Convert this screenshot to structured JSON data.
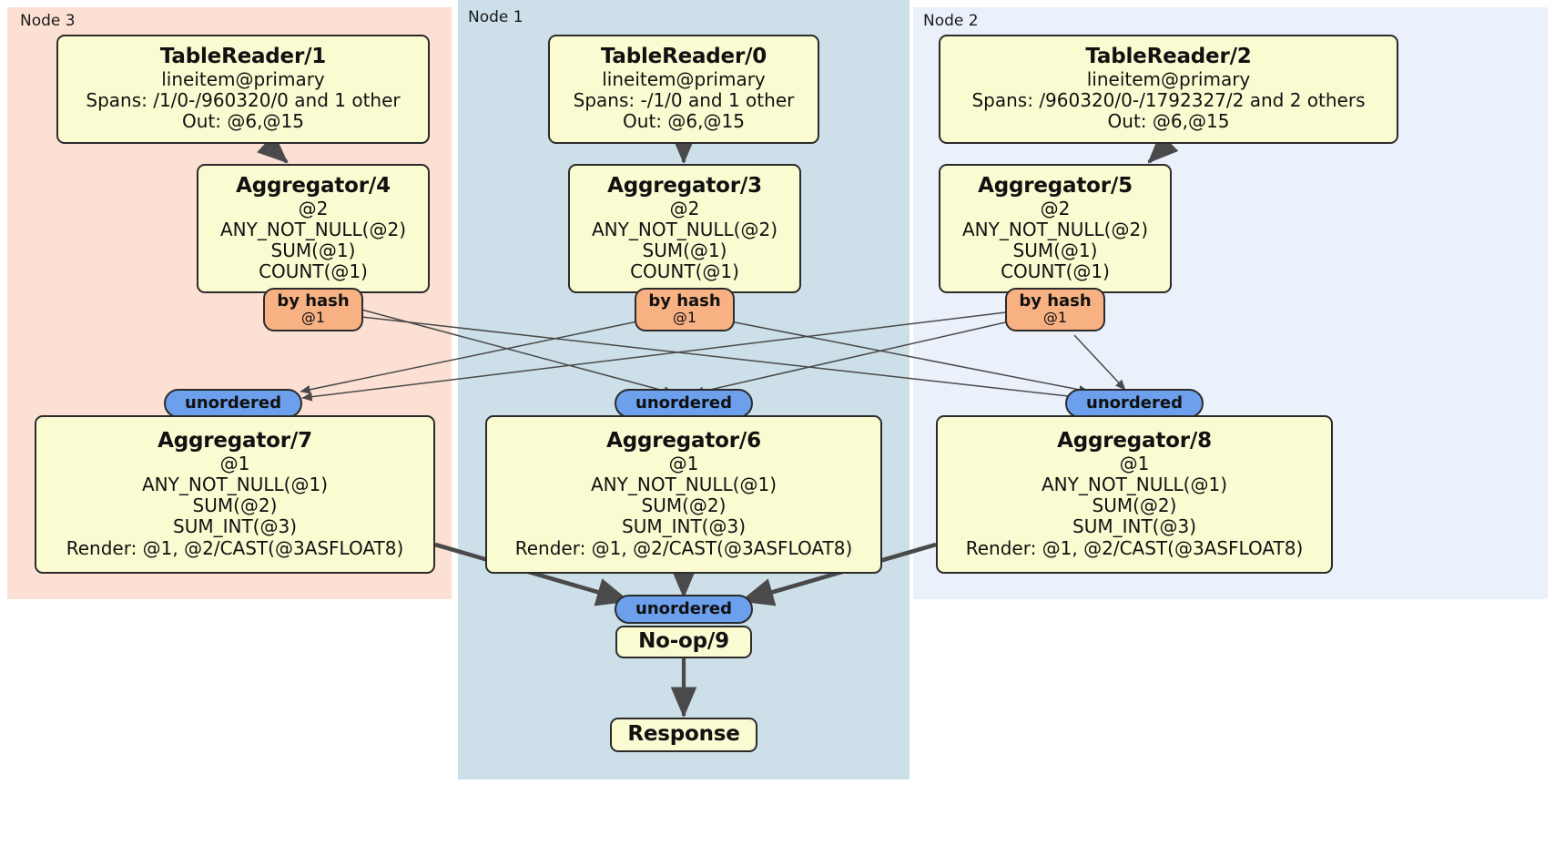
{
  "diagram": {
    "type": "distributed-query-plan",
    "nodes": [
      {
        "id": "node3",
        "label": "Node 3",
        "color": "#fbe0d3"
      },
      {
        "id": "node1",
        "label": "Node 1",
        "color": "#cddfe8"
      },
      {
        "id": "node2",
        "label": "Node 2",
        "color": "#ebf1fb"
      }
    ],
    "colors": {
      "processor_fill": "#fbfbd2",
      "processor_stroke": "#2b2b2b",
      "hash_router_fill": "#f7b183",
      "synchronizer_fill": "#6c9fec",
      "edge": "#4a4a4a"
    },
    "processors": {
      "tablereader1": {
        "title": "TableReader/1",
        "lines": [
          "lineitem@primary",
          "Spans: /1/0-/960320/0 and 1 other",
          "Out: @6,@15"
        ]
      },
      "tablereader0": {
        "title": "TableReader/0",
        "lines": [
          "lineitem@primary",
          "Spans: -/1/0 and 1 other",
          "Out: @6,@15"
        ]
      },
      "tablereader2": {
        "title": "TableReader/2",
        "lines": [
          "lineitem@primary",
          "Spans: /960320/0-/1792327/2 and 2 others",
          "Out: @6,@15"
        ]
      },
      "aggregator4": {
        "title": "Aggregator/4",
        "lines": [
          "@2",
          "ANY_NOT_NULL(@2)",
          "SUM(@1)",
          "COUNT(@1)"
        ]
      },
      "aggregator3": {
        "title": "Aggregator/3",
        "lines": [
          "@2",
          "ANY_NOT_NULL(@2)",
          "SUM(@1)",
          "COUNT(@1)"
        ]
      },
      "aggregator5": {
        "title": "Aggregator/5",
        "lines": [
          "@2",
          "ANY_NOT_NULL(@2)",
          "SUM(@1)",
          "COUNT(@1)"
        ]
      },
      "aggregator7": {
        "title": "Aggregator/7",
        "lines": [
          "@1",
          "ANY_NOT_NULL(@1)",
          "SUM(@2)",
          "SUM_INT(@3)",
          "Render: @1, @2/CAST(@3ASFLOAT8)"
        ]
      },
      "aggregator6": {
        "title": "Aggregator/6",
        "lines": [
          "@1",
          "ANY_NOT_NULL(@1)",
          "SUM(@2)",
          "SUM_INT(@3)",
          "Render: @1, @2/CAST(@3ASFLOAT8)"
        ]
      },
      "aggregator8": {
        "title": "Aggregator/8",
        "lines": [
          "@1",
          "ANY_NOT_NULL(@1)",
          "SUM(@2)",
          "SUM_INT(@3)",
          "Render: @1, @2/CAST(@3ASFLOAT8)"
        ]
      },
      "noop9": {
        "title": "No-op/9",
        "lines": []
      },
      "response": {
        "title": "Response",
        "lines": []
      }
    },
    "routers": {
      "hash_left": {
        "title": "by hash",
        "sub": "@1"
      },
      "hash_mid": {
        "title": "by hash",
        "sub": "@1"
      },
      "hash_right": {
        "title": "by hash",
        "sub": "@1"
      }
    },
    "synchronizers": {
      "sync_left": {
        "title": "unordered"
      },
      "sync_mid": {
        "title": "unordered"
      },
      "sync_right": {
        "title": "unordered"
      },
      "sync_final": {
        "title": "unordered"
      }
    }
  }
}
